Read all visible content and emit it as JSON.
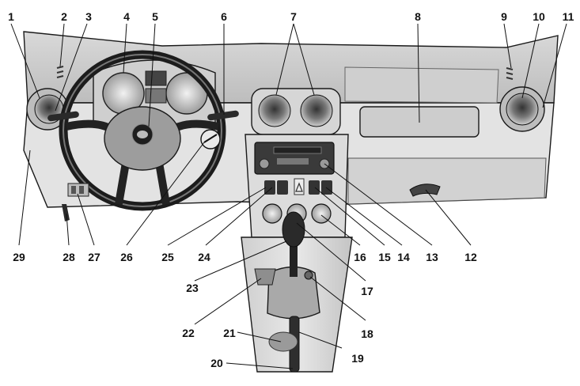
{
  "diagram": {
    "callouts": [
      "1",
      "2",
      "3",
      "4",
      "5",
      "6",
      "7",
      "8",
      "9",
      "10",
      "11",
      "12",
      "13",
      "14",
      "15",
      "16",
      "17",
      "18",
      "19",
      "20",
      "21",
      "22",
      "23",
      "24",
      "25",
      "26",
      "27",
      "28",
      "29"
    ]
  },
  "colors": {
    "dash_light": "#e6e6e6",
    "dash_mid": "#c9c9c9",
    "dash_dark": "#9a9a9a",
    "trim_dark": "#555555",
    "line": "#1a1a1a"
  }
}
